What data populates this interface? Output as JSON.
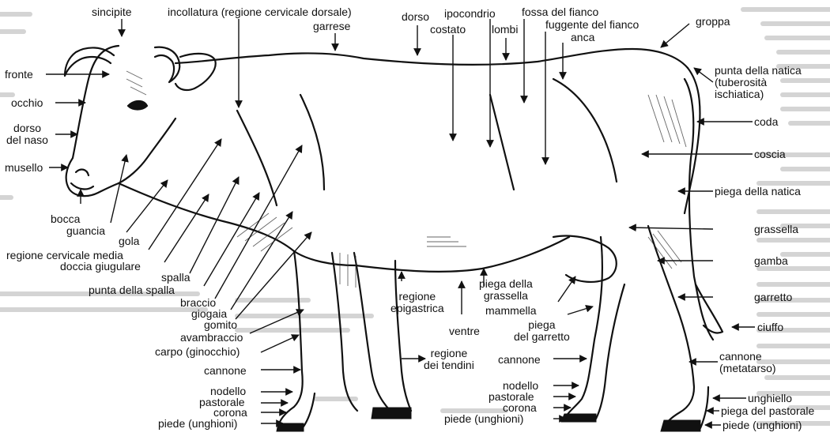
{
  "colors": {
    "ink": "#111111",
    "paper": "#ffffff",
    "background_text": "#cfcfcf"
  },
  "labels": {
    "sincipite": "sincipite",
    "incollatura": "incollatura (regione cervicale dorsale)",
    "garrese": "garrese",
    "dorso": "dorso",
    "ipocondrio": "ipocondrio",
    "costato": "costato",
    "lombi": "lombi",
    "fossa_fianco": "fossa del fianco",
    "fuggente_fianco": "fuggente del fianco",
    "anca": "anca",
    "groppa": "groppa",
    "fronte": "fronte",
    "occhio": "occhio",
    "dorso_naso": "dorso\ndel naso",
    "musello": "musello",
    "bocca": "bocca",
    "guancia": "guancia",
    "gola": "gola",
    "regione_cervicale_media": "regione cervicale media",
    "doccia_giugulare": "doccia giugulare",
    "spalla": "spalla",
    "punta_spalla": "punta della spalla",
    "braccio": "braccio",
    "giogaia": "giogaia",
    "gomito": "gomito",
    "avambraccio": "avambraccio",
    "carpo": "carpo (ginocchio)",
    "cannone_ant": "cannone",
    "nodello_ant": "nodello",
    "pastorale_ant": "pastorale",
    "corona_ant": "corona",
    "piede_ant": "piede (unghioni)",
    "regione_epigastrica": "regione\nepigastrica",
    "ventre": "ventre",
    "piega_grassella": "piega della\ngrassella",
    "mammella": "mammella",
    "piega_garretto": "piega\ndel garretto",
    "regione_tendini": "regione\ndei tendini",
    "cannone_post": "cannone",
    "nodello_post": "nodello",
    "pastorale_post": "pastorale",
    "corona_post": "corona",
    "piede_post": "piede (unghioni)",
    "punta_natica": "punta della natica\n(tuberosità\nischiatica)",
    "coda": "coda",
    "coscia": "coscia",
    "piega_natica": "piega della natica",
    "grassella": "grassella",
    "gamba": "gamba",
    "garretto": "garretto",
    "ciuffo": "ciuffo",
    "cannone_metatarso": "cannone\n(metatarso)",
    "unghiello": "unghiello",
    "piega_pastorale": "piega del pastorale",
    "piede_unghioni_dx": "piede (unghioni)"
  }
}
